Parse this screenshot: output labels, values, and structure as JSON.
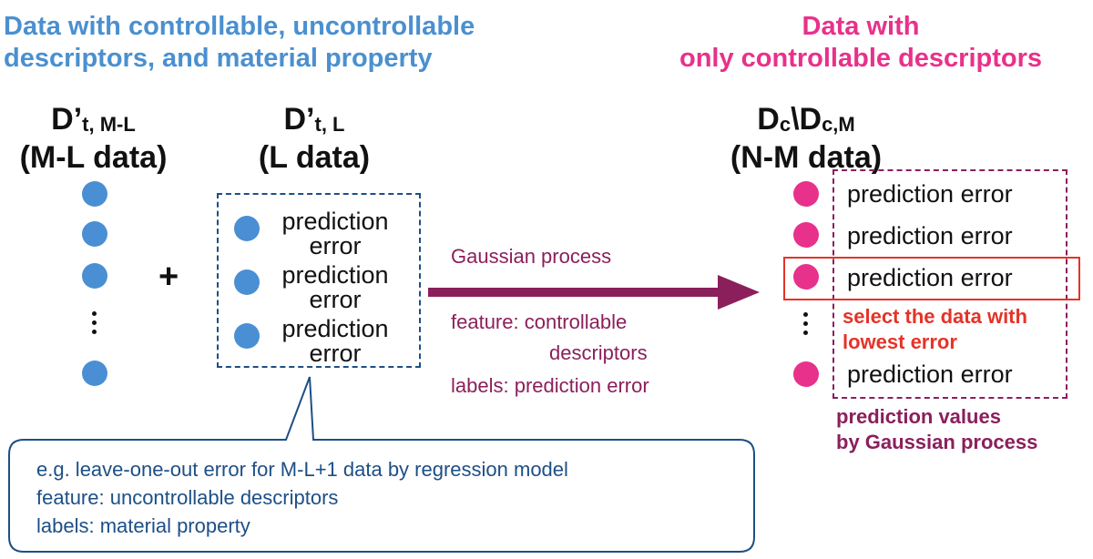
{
  "left_header": {
    "line1": "Data with controllable, uncontrollable",
    "line2": "descriptors, and material property"
  },
  "right_header": {
    "line1": "Data with",
    "line2": "only controllable descriptors"
  },
  "col1": {
    "symbol": "D’",
    "subscript": "t, M-L",
    "caption": "(M-L data)"
  },
  "col2": {
    "symbol": "D’",
    "subscript": "t, L",
    "caption": "(L data)"
  },
  "col3": {
    "symbol_a": "D",
    "sub_a": "c",
    "symbol_sep": "\\D",
    "sub_b": "c,M",
    "caption": "(N-M data)"
  },
  "plus": "+",
  "box_items": [
    {
      "line1": "prediction",
      "line2": "error"
    },
    {
      "line1": "prediction",
      "line2": "error"
    },
    {
      "line1": "prediction",
      "line2": "error"
    }
  ],
  "right_items": [
    "prediction error",
    "prediction error",
    "prediction error",
    "prediction error"
  ],
  "arrow": {
    "title": "Gaussian process",
    "feature_line1": "feature: controllable",
    "feature_line2": "descriptors",
    "labels": "labels: prediction error"
  },
  "select_note": {
    "line1": "select the data with",
    "line2": "lowest error"
  },
  "pred_values": {
    "line1": "prediction values",
    "line2": "by Gaussian process"
  },
  "callout": {
    "line1": "e.g. leave-one-out error for M-L+1 data by regression model",
    "line2": "feature: uncontrollable descriptors",
    "line3": "labels: material property"
  },
  "colors": {
    "blue_heading": "#4a90d0",
    "pink_heading": "#e8318a",
    "arrow_plum": "#8b1f5c",
    "highlight_red": "#e53328",
    "callout_navy": "#1d4f86"
  }
}
